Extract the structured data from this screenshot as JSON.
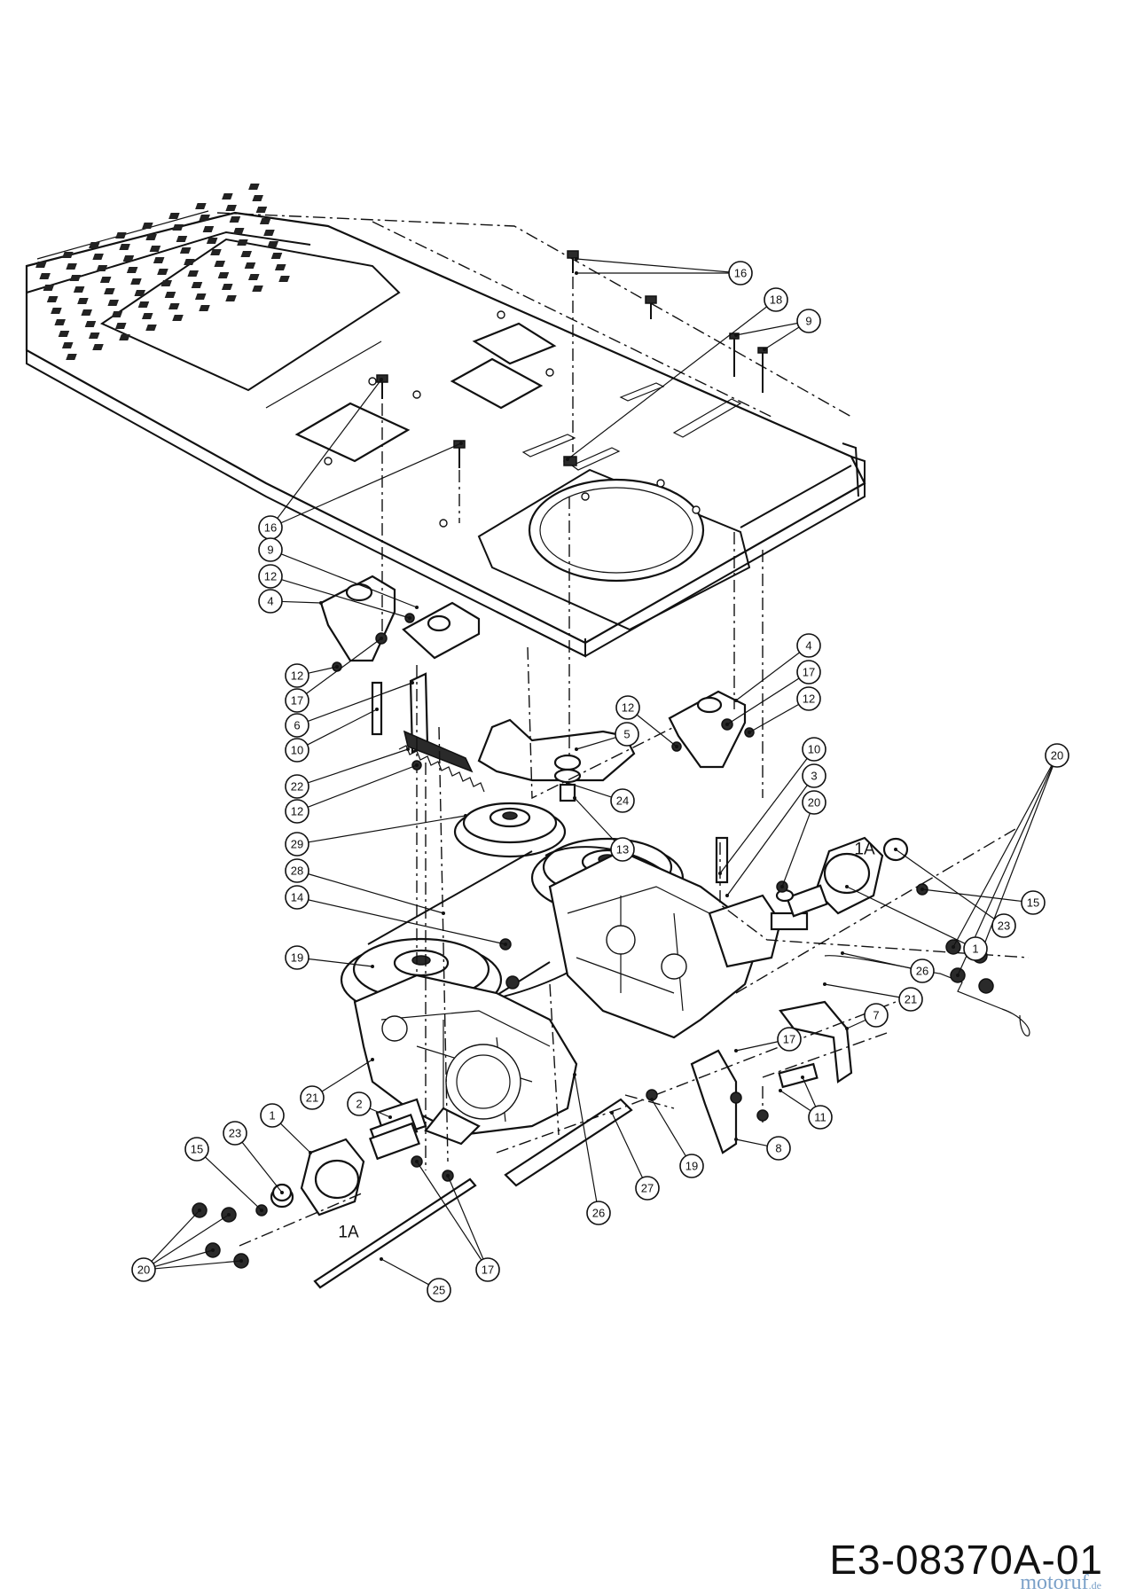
{
  "diagram": {
    "drawing_code": "E3-08370A-01",
    "watermark": {
      "name": "motoruf",
      "tld": ".de"
    },
    "callouts": [
      {
        "id": "c16a",
        "label": "16"
      },
      {
        "id": "c18a",
        "label": "18"
      },
      {
        "id": "c9a",
        "label": "9"
      },
      {
        "id": "c16b",
        "label": "16"
      },
      {
        "id": "c9b",
        "label": "9"
      },
      {
        "id": "c12a",
        "label": "12"
      },
      {
        "id": "c4a",
        "label": "4"
      },
      {
        "id": "c12b",
        "label": "12"
      },
      {
        "id": "c17a",
        "label": "17"
      },
      {
        "id": "c6",
        "label": "6"
      },
      {
        "id": "c10a",
        "label": "10"
      },
      {
        "id": "c22",
        "label": "22"
      },
      {
        "id": "c12c",
        "label": "12"
      },
      {
        "id": "c29",
        "label": "29"
      },
      {
        "id": "c28a",
        "label": "28"
      },
      {
        "id": "c14",
        "label": "14"
      },
      {
        "id": "c19a",
        "label": "19"
      },
      {
        "id": "c21a",
        "label": "21"
      },
      {
        "id": "c2",
        "label": "2"
      },
      {
        "id": "c1a",
        "label": "1"
      },
      {
        "id": "c23a",
        "label": "23"
      },
      {
        "id": "c15a",
        "label": "15"
      },
      {
        "id": "c20a",
        "label": "20"
      },
      {
        "id": "c5",
        "label": "5"
      },
      {
        "id": "c24",
        "label": "24"
      },
      {
        "id": "c13",
        "label": "13"
      },
      {
        "id": "c12d",
        "label": "12"
      },
      {
        "id": "c4b",
        "label": "4"
      },
      {
        "id": "c17b",
        "label": "17"
      },
      {
        "id": "c12e",
        "label": "12"
      },
      {
        "id": "c10b",
        "label": "10"
      },
      {
        "id": "c3",
        "label": "3"
      },
      {
        "id": "c20b",
        "label": "20"
      },
      {
        "id": "c20c",
        "label": "20"
      },
      {
        "id": "c15b",
        "label": "15"
      },
      {
        "id": "c23b",
        "label": "23"
      },
      {
        "id": "c1b",
        "label": "1"
      },
      {
        "id": "c26a",
        "label": "26"
      },
      {
        "id": "c21b",
        "label": "21"
      },
      {
        "id": "c7",
        "label": "7"
      },
      {
        "id": "c17c",
        "label": "17"
      },
      {
        "id": "c11",
        "label": "11"
      },
      {
        "id": "c8",
        "label": "8"
      },
      {
        "id": "c19b",
        "label": "19"
      },
      {
        "id": "c27",
        "label": "27"
      },
      {
        "id": "c26b",
        "label": "26"
      },
      {
        "id": "c17d",
        "label": "17"
      },
      {
        "id": "c25",
        "label": "25"
      }
    ],
    "plain_labels": [
      {
        "id": "l1a_top",
        "label": "1A"
      },
      {
        "id": "l1a_bottom",
        "label": "1A"
      }
    ]
  }
}
